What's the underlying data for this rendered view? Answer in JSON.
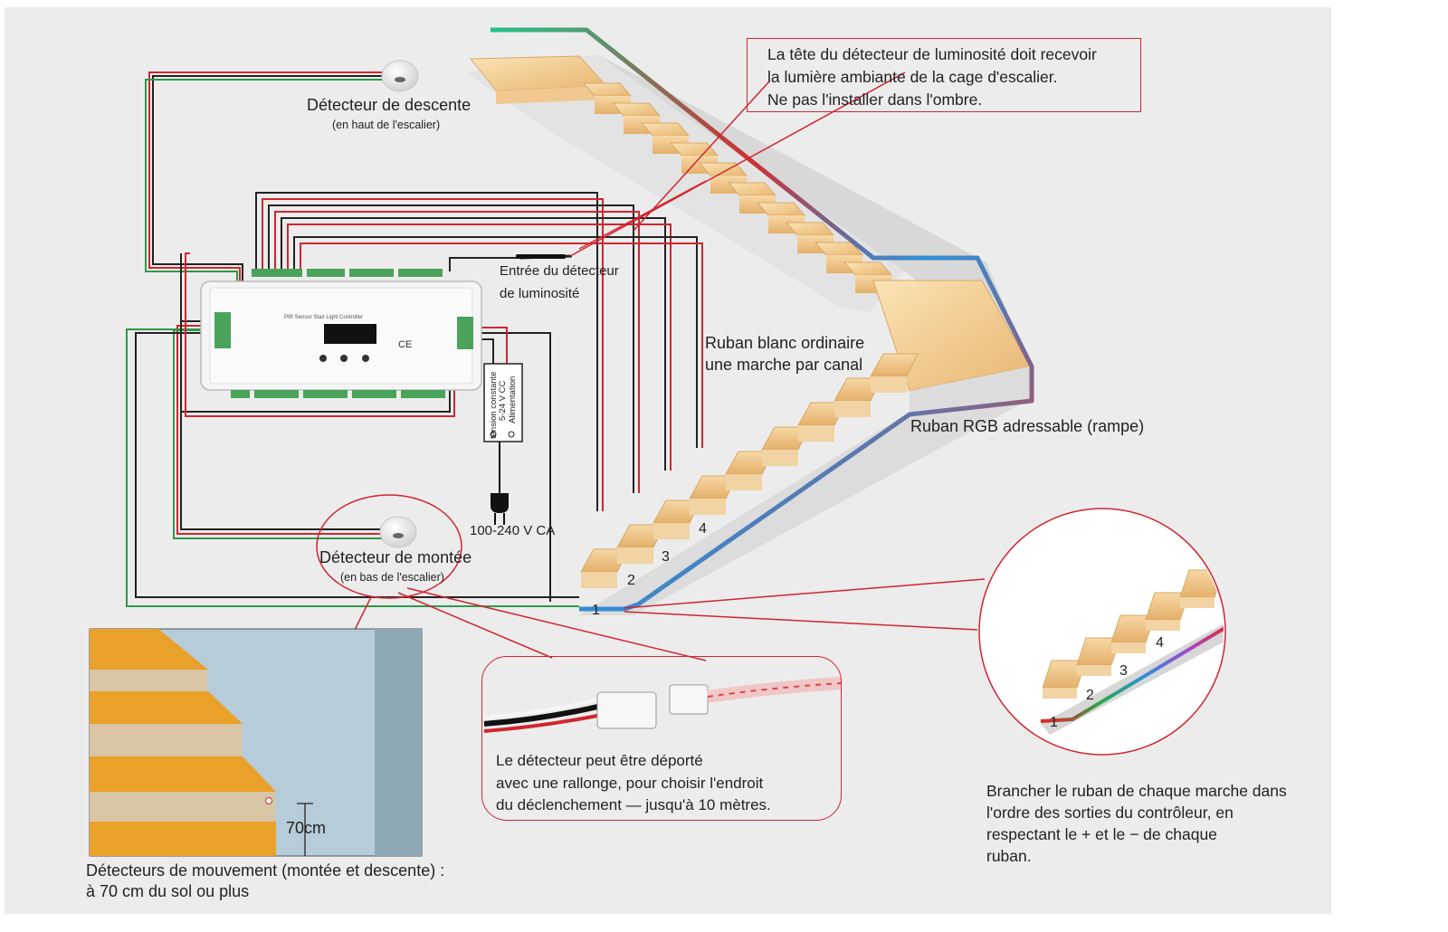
{
  "note": {
    "lines": [
      "La tête du détecteur de luminosité doit recevoir",
      "la lumière ambiante de la cage d'escalier.",
      "Ne pas l'installer dans l'ombre."
    ]
  },
  "sensors": {
    "top_title": "Détecteur de descente",
    "top_sub": "(en haut de l'escalier)",
    "bottom_title": "Détecteur de montée",
    "bottom_sub": "(en bas de l'escalier)"
  },
  "light_sensor_input": [
    "Entrée du détecteur",
    "de luminosité"
  ],
  "white_strip": [
    "Ruban blanc ordinaire",
    "une marche par canal"
  ],
  "rgb_strip": "Ruban RGB adressable (rampe)",
  "power": {
    "mains": "100-240 V CA",
    "psu_line1": "tension constante",
    "psu_line2": "5-24 V CC",
    "psu_line3": "Alimentation"
  },
  "step_numbers": [
    "1",
    "2",
    "3",
    "4"
  ],
  "extension_note": [
    "Le détecteur peut être déporté",
    "avec une rallonge, pour choisir l'endroit",
    "du déclenchement — jusqu'à 10 mètres."
  ],
  "wiring_note": [
    "Brancher le ruban de chaque marche dans",
    "l'ordre des sorties du contrôleur, en",
    "respectant le + et le − de chaque",
    "ruban."
  ],
  "mount": {
    "height": "70cm",
    "caption": [
      "Détecteurs de mouvement (montée et descente) :",
      "à 70 cm du sol ou plus"
    ]
  },
  "controller": {
    "title": "PIR Sensor Stair Light Controller"
  },
  "colors": {
    "annotation": "#d02630",
    "terminal": "#4aa35a",
    "wood": "#f4cf98",
    "wall_blue": "#b6ccd9",
    "orange_step": "#e9a12a"
  }
}
